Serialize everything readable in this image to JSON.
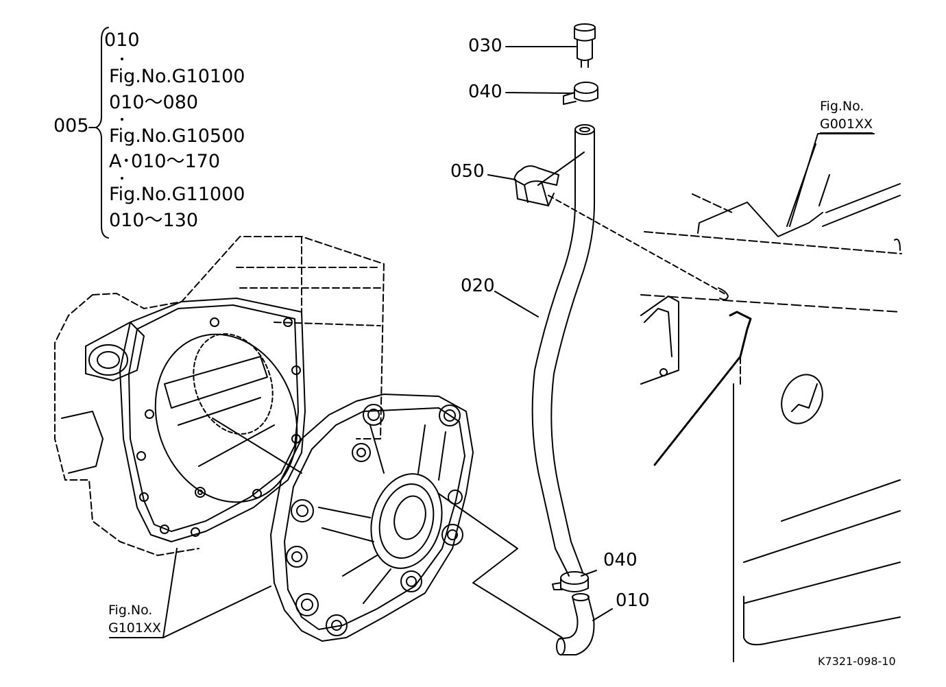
{
  "callouts": {
    "p005": "005",
    "p010_top": "010",
    "fig1": "Fig.No.G10100",
    "range1": "010～080",
    "fig2": "Fig.No.G10500",
    "range2": "A･010～170",
    "fig3": "Fig.No.G11000",
    "range3": "010～130",
    "p030": "030",
    "p040_top": "040",
    "p050": "050",
    "p020": "020",
    "p040_bottom": "040",
    "p010_bottom": "010"
  },
  "references": {
    "right_line1": "Fig.No.",
    "right_line2": "G001XX",
    "left_line1": "Fig.No.",
    "left_line2": "G101XX"
  },
  "drawing_code": "K7321-098-10"
}
